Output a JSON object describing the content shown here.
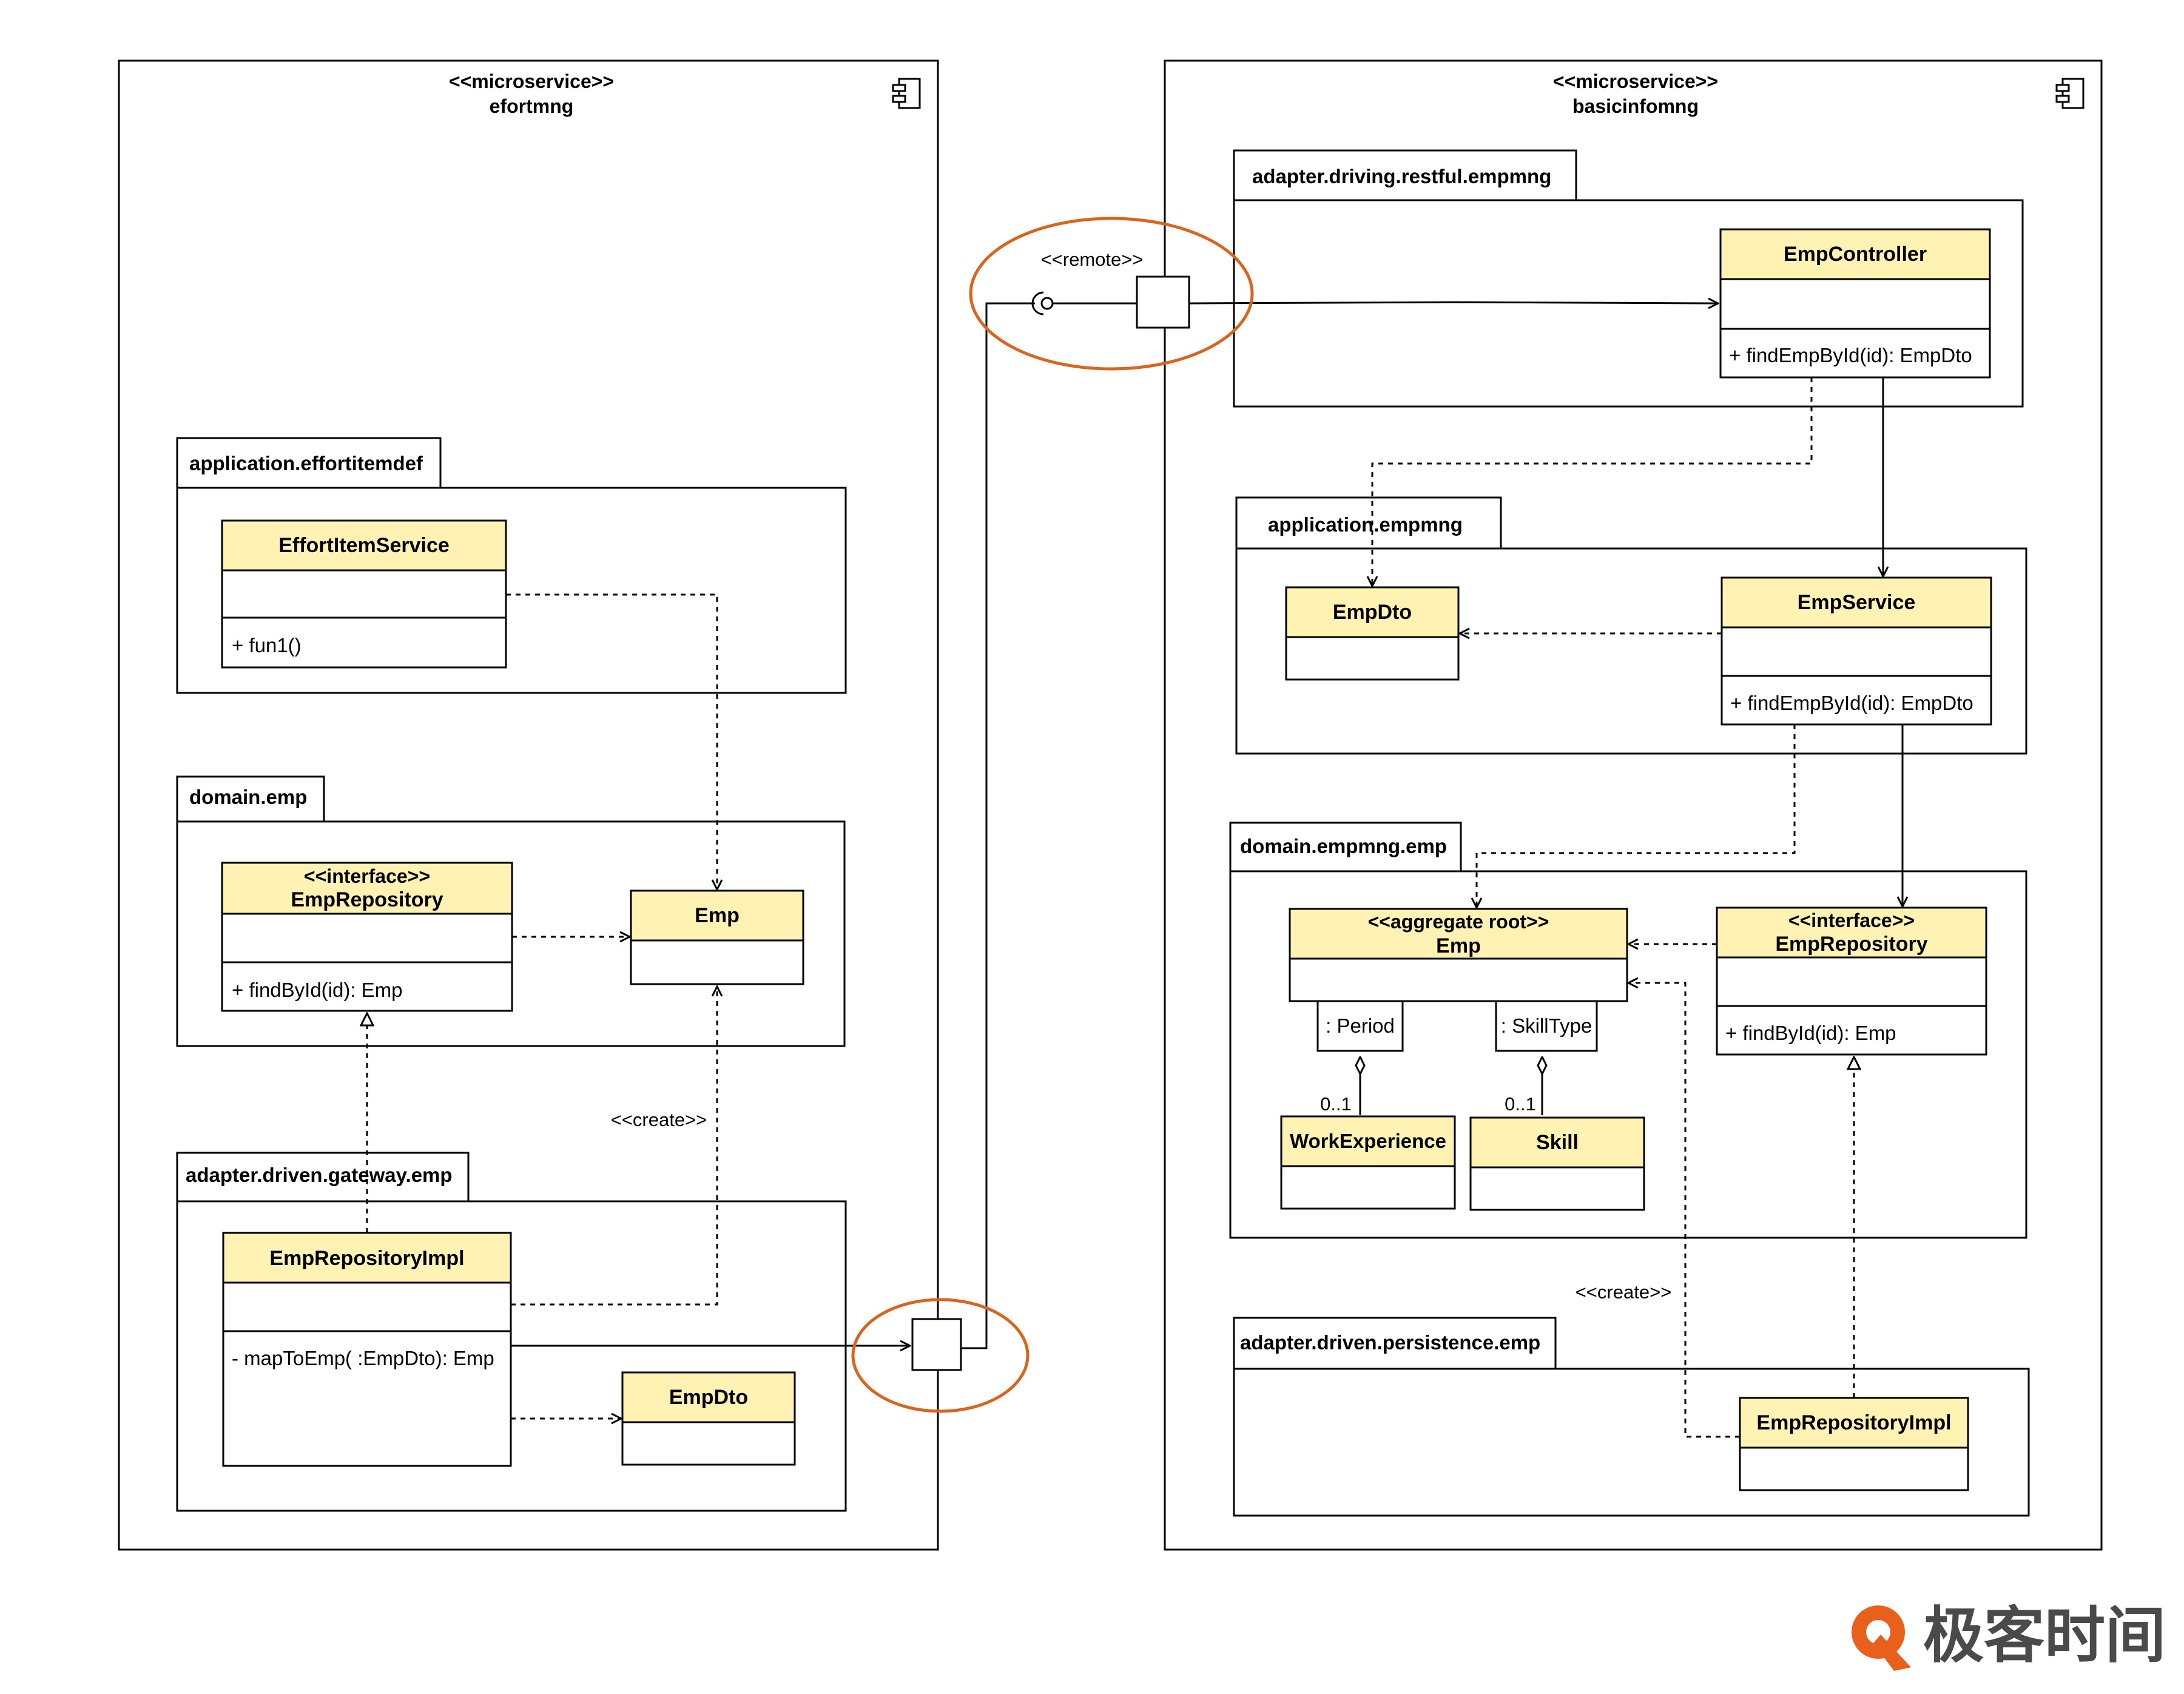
{
  "left_service": {
    "stereotype": "<<microservice>>",
    "name": "efortmng",
    "packages": {
      "app": "application.effortitemdef",
      "domain": "domain.emp",
      "adapter": "adapter.driven.gateway.emp"
    },
    "classes": {
      "effort_service": {
        "name": "EffortItemService",
        "op": "+ fun1()"
      },
      "emp_repository": {
        "stereotype": "<<interface>>",
        "name": "EmpRepository",
        "op": "+ findById(id): Emp"
      },
      "emp": {
        "name": "Emp"
      },
      "emp_repository_impl": {
        "name": "EmpRepositoryImpl",
        "op": "- mapToEmp( :EmpDto): Emp"
      },
      "emp_dto": {
        "name": "EmpDto"
      }
    },
    "create_label": "<<create>>"
  },
  "right_service": {
    "stereotype": "<<microservice>>",
    "name": "basicinfomng",
    "packages": {
      "restful": "adapter.driving.restful.empmng",
      "app": "application.empmng",
      "domain": "domain.empmng.emp",
      "persistence": "adapter.driven.persistence.emp"
    },
    "classes": {
      "emp_controller": {
        "name": "EmpController",
        "op": "+ findEmpById(id): EmpDto"
      },
      "emp_dto": {
        "name": "EmpDto"
      },
      "emp_service": {
        "name": "EmpService",
        "op": "+ findEmpById(id): EmpDto"
      },
      "emp_aggregate": {
        "stereotype": "<<aggregate root>>",
        "name": "Emp"
      },
      "emp_repository": {
        "stereotype": "<<interface>>",
        "name": "EmpRepository",
        "op": "+ findById(id): Emp"
      },
      "work_experience": {
        "name": "WorkExperience"
      },
      "skill": {
        "name": "Skill"
      },
      "emp_repository_impl": {
        "name": "EmpRepositoryImpl"
      }
    },
    "qualifiers": {
      "period": ": Period",
      "skill_type": ": SkillType"
    },
    "multiplicity_we": "0..1",
    "multiplicity_skill": "0..1",
    "create_label": "<<create>>"
  },
  "remote_label": "<<remote>>",
  "watermark": "极客时间",
  "colors": {
    "class_header": "#fff2b3",
    "highlight_ring": "#d9641e",
    "logo": "#e8601c"
  }
}
